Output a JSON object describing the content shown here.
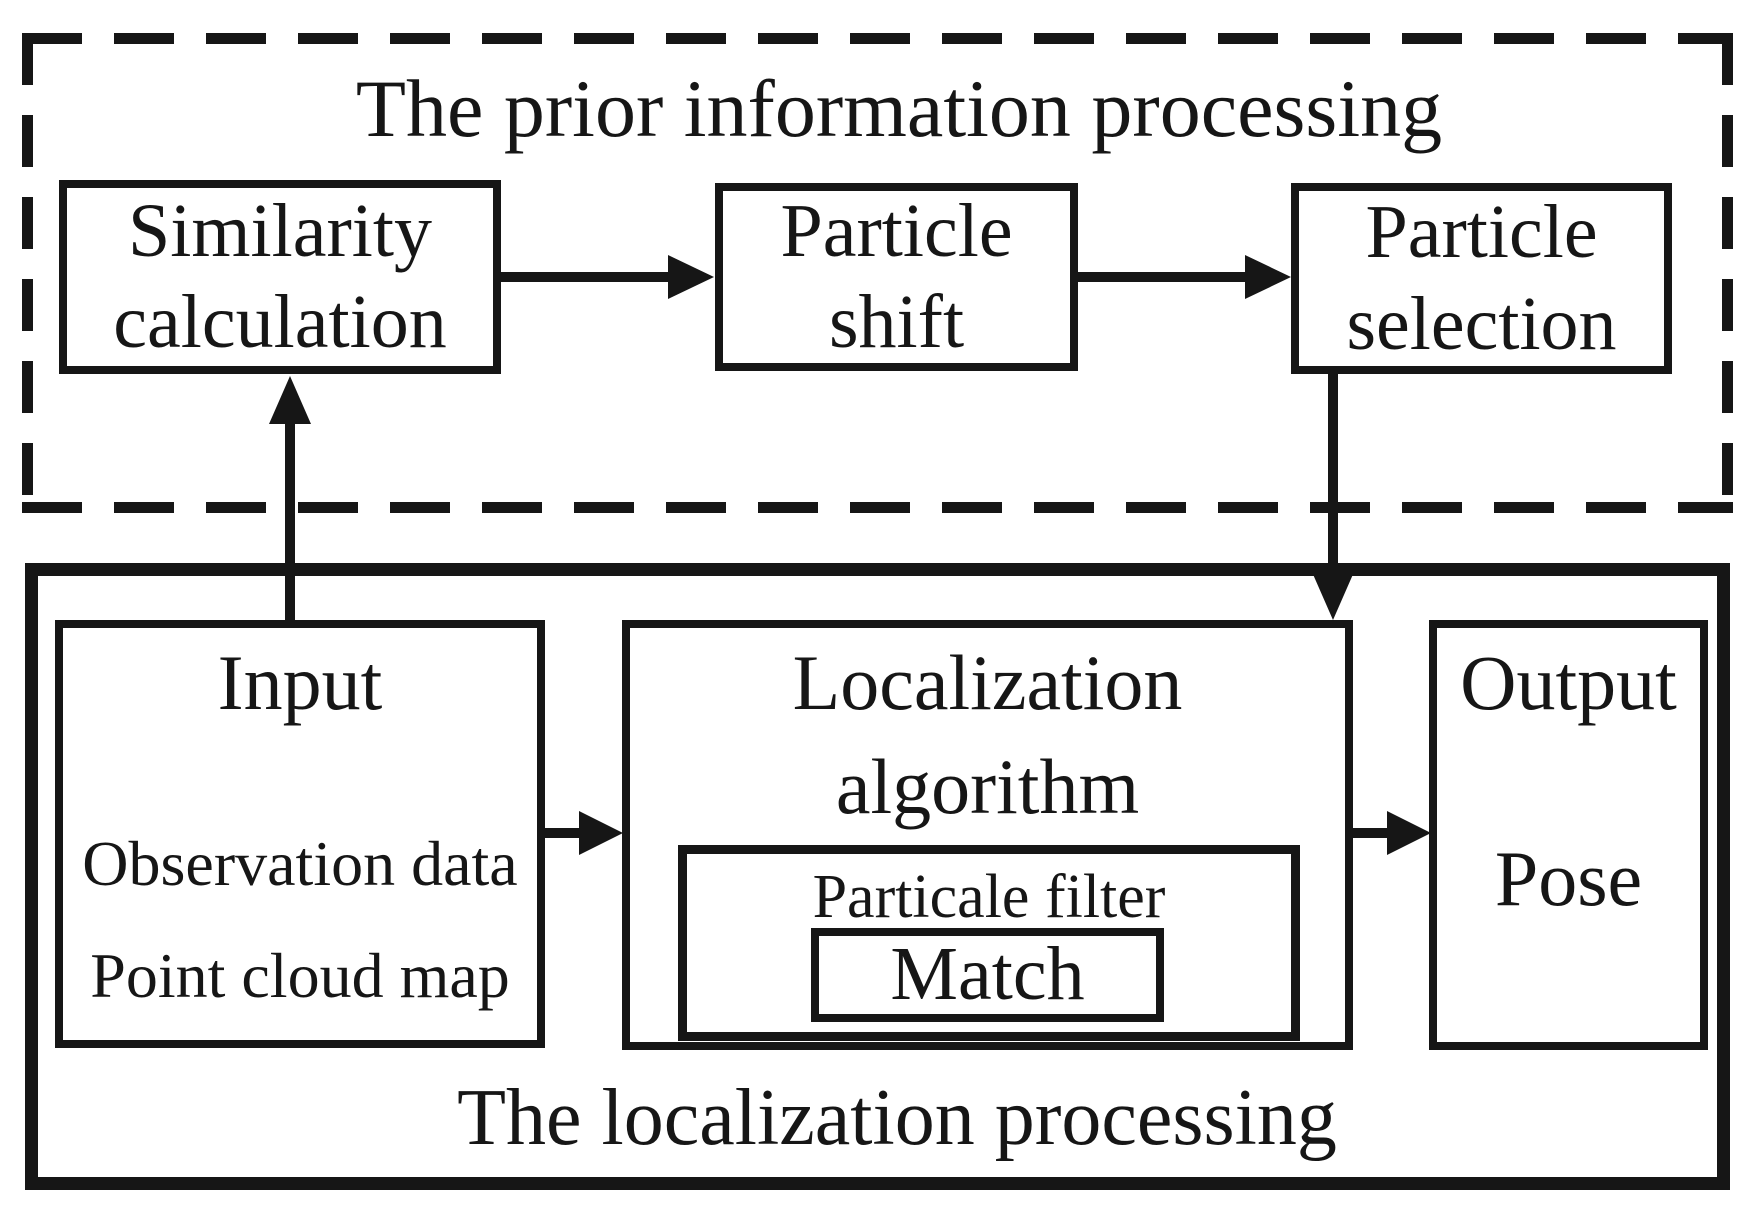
{
  "colors": {
    "stroke": "#161616",
    "background": "#ffffff"
  },
  "prior": {
    "title": "The prior information processing",
    "similarity": {
      "line1": "Similarity",
      "line2": "calculation"
    },
    "particle_shift": {
      "line1": "Particle",
      "line2": "shift"
    },
    "particle_selection": {
      "line1": "Particle",
      "line2": "selection"
    }
  },
  "localization": {
    "title": "The localization processing",
    "input": {
      "title": "Input",
      "items": [
        "Observation data",
        "Point cloud map"
      ]
    },
    "algorithm": {
      "line1": "Localization",
      "line2": "algorithm"
    },
    "particle_filter": {
      "label": "Particale filter",
      "match": "Match"
    },
    "output": {
      "title": "Output",
      "value": "Pose"
    }
  }
}
